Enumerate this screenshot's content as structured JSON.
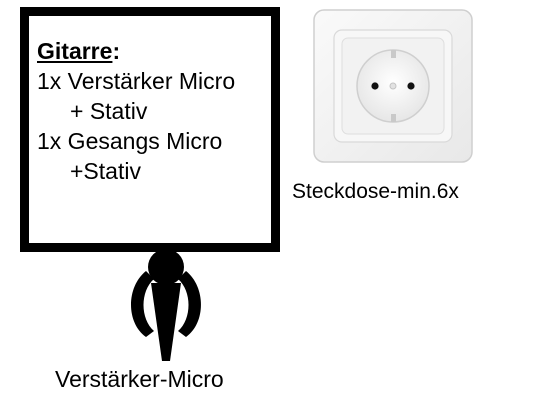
{
  "guitar_box": {
    "title_underlined": "Gitarre",
    "title_suffix": ":",
    "line1": "1x Verstärker Micro",
    "line2": "+ Stativ",
    "line3": "1x Gesangs Micro",
    "line4": "+Stativ"
  },
  "socket": {
    "label": "Steckdose-min.6x",
    "icon": "power-socket-icon"
  },
  "mic": {
    "label": "Verstärker-Micro",
    "icon": "microphone-icon"
  },
  "colors": {
    "border": "#000000",
    "socket_face": "#f4f4f4",
    "socket_shadow": "#d6d6d6"
  }
}
